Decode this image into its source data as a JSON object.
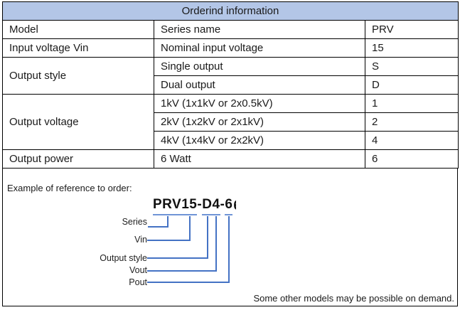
{
  "colors": {
    "header_bg": "#b3c6e7",
    "table_border": "#000000",
    "connector_line": "#4472c4",
    "code_underline": "#7094d6",
    "text": "#1a1a1a"
  },
  "table": {
    "title": "Orderind information",
    "rows": [
      {
        "c0": "Model",
        "c1": "Series name",
        "c2": "PRV"
      },
      {
        "c0": "Input voltage Vin",
        "c1": "Nominal input voltage",
        "c2": "15"
      },
      {
        "c0": "Output style",
        "c1": "Single output",
        "c2": "S"
      },
      {
        "c1": "Dual output",
        "c2": "D"
      },
      {
        "c0": "Output voltage",
        "c1": "1kV (1x1kV or 2x0.5kV)",
        "c2": "1"
      },
      {
        "c1": "2kV (1x2kV or 2x1kV)",
        "c2": "2"
      },
      {
        "c1": "4kV (1x4kV or 2x2kV)",
        "c2": "4"
      },
      {
        "c0": "Output power",
        "c1": "6 Watt",
        "c2": "6"
      }
    ]
  },
  "example": {
    "heading": "Example of reference to order:",
    "order_code": {
      "full": "PRV15-D4-6",
      "clipped_char": "6",
      "segments": [
        {
          "text": "PRV"
        },
        {
          "text": "15"
        },
        {
          "text": "-"
        },
        {
          "text": "D"
        },
        {
          "text": "4"
        },
        {
          "text": "-"
        },
        {
          "text": "6"
        }
      ]
    },
    "callouts": [
      {
        "label": "Series"
      },
      {
        "label": "Vin"
      },
      {
        "label": "Output style"
      },
      {
        "label": "Vout"
      },
      {
        "label": "Pout"
      }
    ],
    "note": "Some other models may be possible on demand."
  }
}
